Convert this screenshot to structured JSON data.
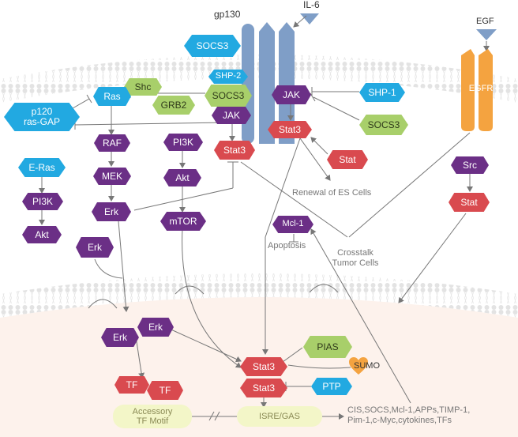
{
  "nodes": {
    "socs3_top": "SOCS3",
    "shp2": "SHP-2",
    "shc": "Shc",
    "ras": "Ras",
    "grb2": "GRB2",
    "socs3_mid": "SOCS3",
    "p120": "p120\nras-GAP",
    "jak_left": "JAK",
    "jak_right": "JAK",
    "shp1": "SHP-1",
    "stat3_right": "Stat3",
    "socs3_right": "SOCS3",
    "stat_right": "Stat",
    "eras": "E-Ras",
    "pi3k_left": "PI3K",
    "akt_left": "Akt",
    "raf": "RAF",
    "mek": "MEK",
    "erk1": "Erk",
    "pi3k_mid": "PI3K",
    "akt_mid": "Akt",
    "mtor": "mTOR",
    "stat3_mid": "Stat3",
    "src": "Src",
    "stat_src": "Stat",
    "mcl1": "Mcl-1",
    "erk2": "Erk",
    "erk3": "Erk",
    "erk4": "Erk",
    "tf1": "TF",
    "tf2": "TF",
    "pias": "PIAS",
    "sumo": "SUMO",
    "stat3_a": "Stat3",
    "stat3_b": "Stat3",
    "ptp": "PTP",
    "egfr": "EGFR"
  },
  "labels": {
    "gp130": "gp130",
    "il6": "IL-6",
    "egf": "EGF",
    "renewal": "Renewal of ES Cells",
    "apoptosis": "Apoptosis",
    "crosstalk": "Crosstalk\nTumor Cells",
    "accessory": "Accessory\nTF Motif",
    "isre": "ISRE/GAS",
    "targets": "CIS,SOCS,Mcl-1,APPs,TIMP-1,\nPim-1,c-Myc,cytokines,TFs"
  },
  "colors": {
    "kinase_purple": "#6b2f86",
    "stat_red": "#d94a4f",
    "inhibitor_blue": "#22a9e1",
    "adaptor_green": "#a8cf6a",
    "receptor_gp130": "#7f9ec7",
    "receptor_egfr": "#f4a340"
  }
}
